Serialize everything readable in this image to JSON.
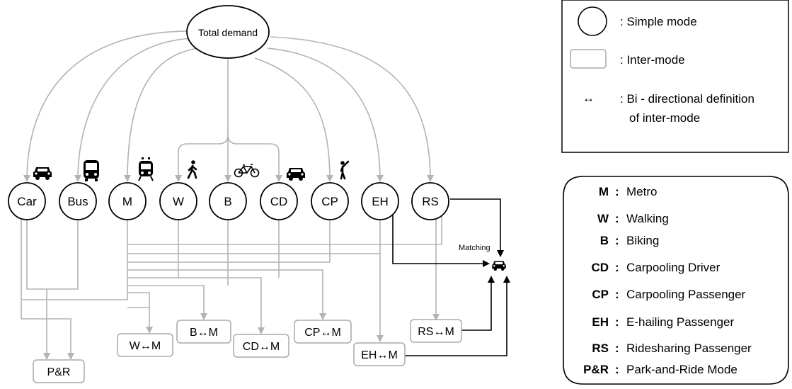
{
  "colors": {
    "edge": "#b3b3b3",
    "black": "#000000",
    "inter_border": "#aaaaaa"
  },
  "root": {
    "label": "Total demand"
  },
  "modes": [
    {
      "id": "car",
      "label": "Car",
      "icon": "car-icon"
    },
    {
      "id": "bus",
      "label": "Bus",
      "icon": "bus-icon"
    },
    {
      "id": "metro",
      "label": "M",
      "icon": "train-icon"
    },
    {
      "id": "walk",
      "label": "W",
      "icon": "walking-person-icon"
    },
    {
      "id": "bike",
      "label": "B",
      "icon": "bicycle-icon"
    },
    {
      "id": "cd",
      "label": "CD",
      "icon": "car-icon"
    },
    {
      "id": "cp",
      "label": "CP",
      "icon": "hailing-person-icon"
    },
    {
      "id": "eh",
      "label": "EH",
      "icon": ""
    },
    {
      "id": "rs",
      "label": "RS",
      "icon": ""
    }
  ],
  "inter_modes": {
    "pr": "P&R",
    "wm": "W↔M",
    "bm": "B↔M",
    "cdm": "CD↔M",
    "cpm": "CP↔M",
    "ehm": "EH↔M",
    "rsm": "RS↔M"
  },
  "matching": {
    "label": "Matching",
    "icon": "car-icon"
  },
  "legend": {
    "simple_mode": ": Simple mode",
    "inter_mode": ": Inter-mode",
    "bidir_symbol": "↔",
    "bidir_line1": ": Bi - directional definition",
    "bidir_line2": "of inter-mode"
  },
  "abbreviations": [
    {
      "key": "M",
      "value": "Metro"
    },
    {
      "key": "W",
      "value": "Walking"
    },
    {
      "key": "B",
      "value": "Biking"
    },
    {
      "key": "CD",
      "value": "Carpooling Driver"
    },
    {
      "key": "CP",
      "value": "Carpooling Passenger"
    },
    {
      "key": "EH",
      "value": "E-hailing Passenger"
    },
    {
      "key": "RS",
      "value": "Ridesharing Passenger"
    },
    {
      "key": "P&R",
      "value": "Park-and-Ride Mode"
    }
  ],
  "abbr_colon": ":"
}
